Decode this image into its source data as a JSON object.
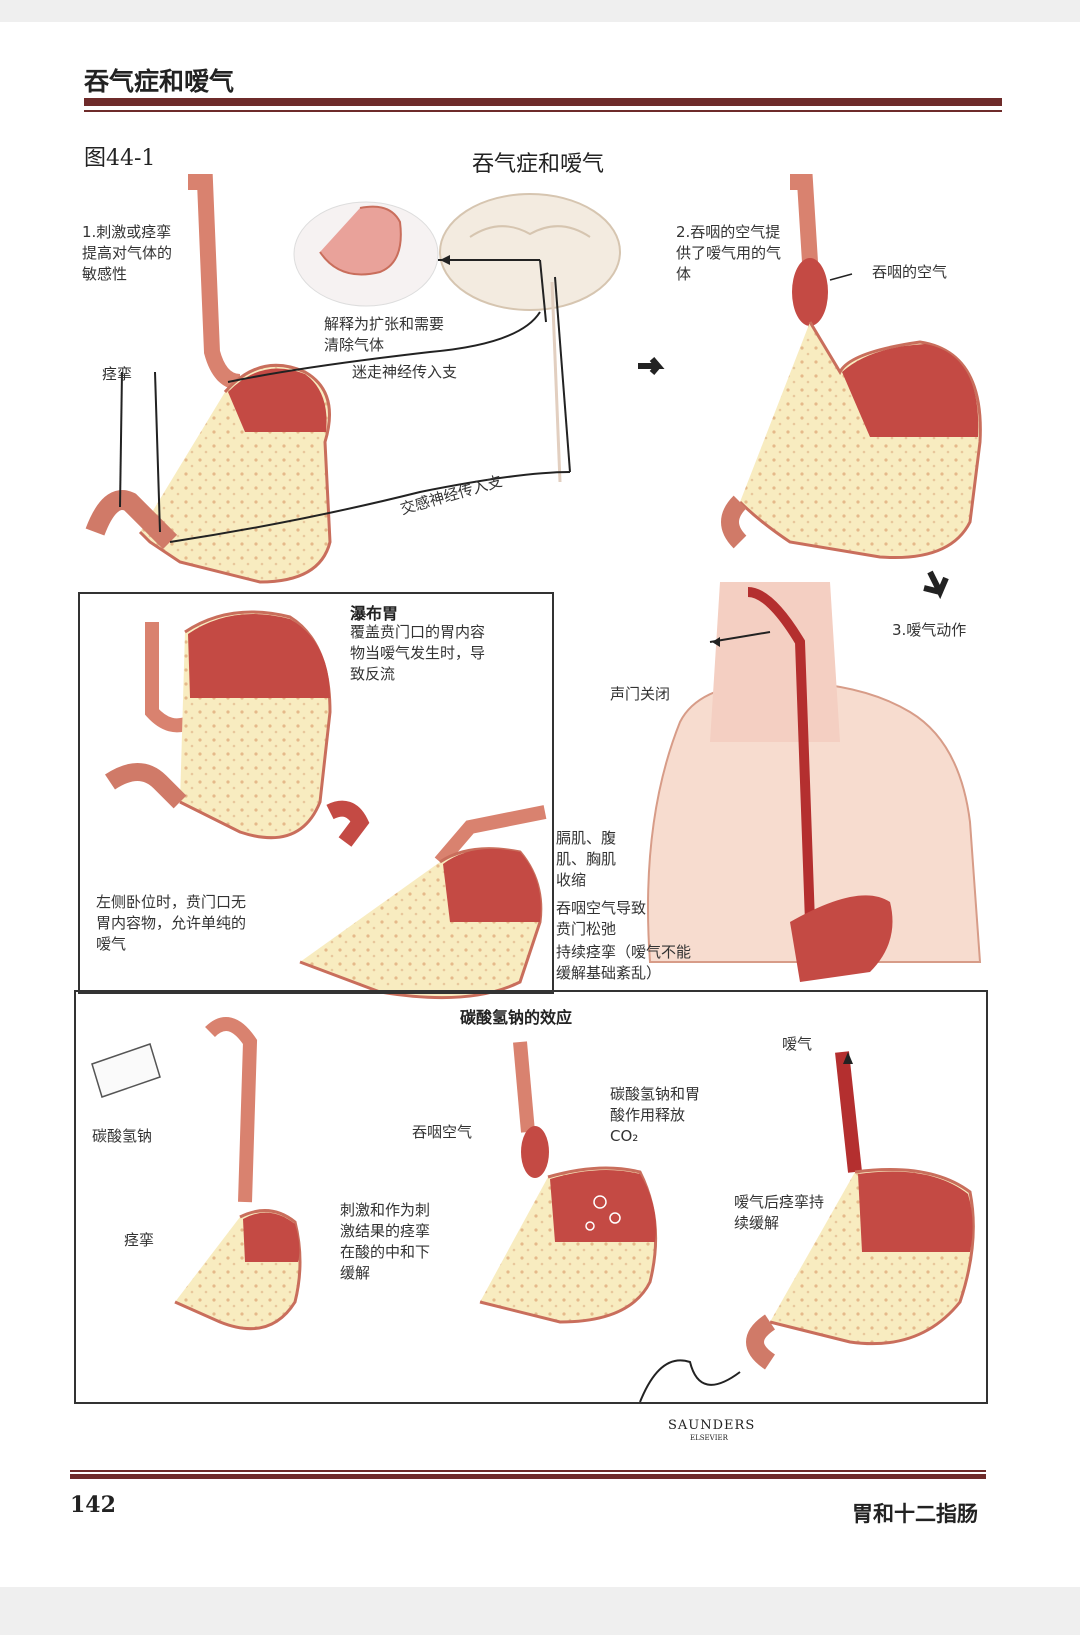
{
  "header": {
    "title": "吞气症和嗳气"
  },
  "figure": {
    "label": "图44-1",
    "title": "吞气症和嗳气"
  },
  "panel1": {
    "step1": "1.刺激或痉挛提高对气体的敏感性",
    "spasm": "痉挛",
    "interpret": "解释为扩张和需要清除气体",
    "vagal": "迷走神经传入支",
    "sympathetic": "交感神经传入支"
  },
  "panel2": {
    "step2": "2.吞咽的空气提供了嗳气用的气体",
    "swallowed_air": "吞咽的空气"
  },
  "panel3": {
    "step3": "3.嗳气动作",
    "glottis": "声门关闭",
    "muscles": "膈肌、腹肌、胸肌收缩",
    "cardia": "吞咽空气导致贲门松弛",
    "persistent": "持续痉挛（嗳气不能缓解基础紊乱）"
  },
  "cascade": {
    "title": "瀑布胃",
    "desc": "覆盖贲门口的胃内容物当嗳气发生时，导致反流",
    "left_side": "左侧卧位时，贲门口无胃内容物，允许单纯的嗳气"
  },
  "bicarb": {
    "title": "碳酸氢钠的效应",
    "sodium": "碳酸氢钠",
    "spasm": "痉挛",
    "swallow_air": "吞咽空气",
    "co2": "碳酸氢钠和胃酸作用释放CO₂",
    "relief": "刺激和作为刺激结果的痉挛在酸的中和下缓解",
    "belch": "嗳气",
    "after": "嗳气后痉挛持续缓解"
  },
  "signature": {
    "brand": "SAUNDERS",
    "sub": "ELSEVIER"
  },
  "footer": {
    "page": "142",
    "chapter": "胃和十二指肠"
  }
}
